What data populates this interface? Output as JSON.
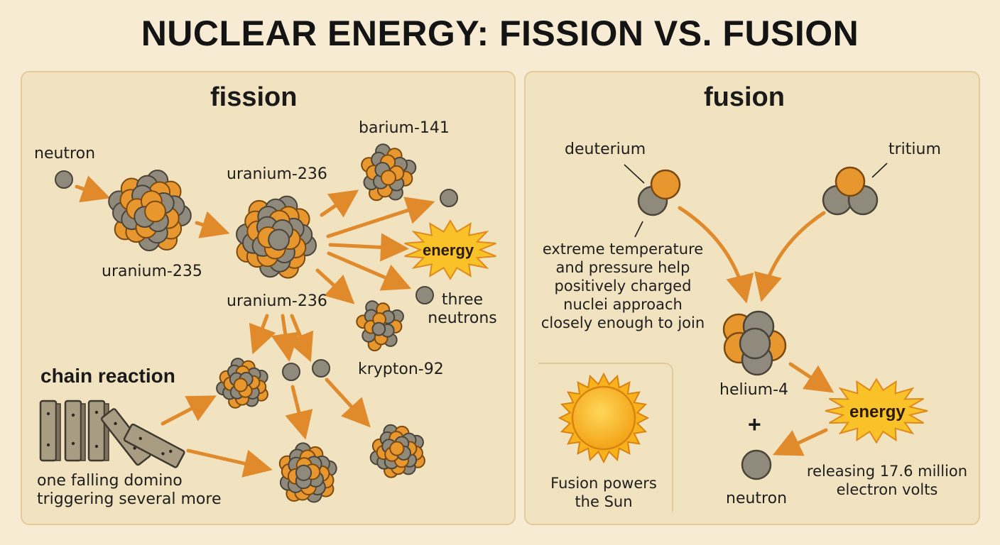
{
  "title": "NUCLEAR ENERGY: FISSION VS. FUSION",
  "colors": {
    "background": "#f7ecd3",
    "panel": "#f1e3c0",
    "panel_border": "#e3cb9a",
    "proton": "#e8962e",
    "neutron": "#8f8a7c",
    "arrow": "#e08a2c",
    "burst": "#f9c228",
    "sun": "#f7b21c"
  },
  "fission": {
    "heading": "fission",
    "labels": {
      "neutron": "neutron",
      "uranium_235": "uranium-235",
      "uranium_236_top": "uranium-236",
      "uranium_236_bottom": "uranium-236",
      "barium": "barium-141",
      "energy": "energy",
      "three_neutrons": "three\nneutrons",
      "krypton": "krypton-92"
    },
    "chain": {
      "heading": "chain reaction",
      "caption": "one falling domino\ntriggering several more"
    }
  },
  "fusion": {
    "heading": "fusion",
    "labels": {
      "deuterium": "deuterium",
      "tritium": "tritium",
      "condition": "extreme temperature\nand pressure help\npositively charged\nnuclei approach\nclosely enough to join",
      "helium": "helium-4",
      "plus": "+",
      "neutron": "neutron",
      "energy": "energy",
      "release": "releasing 17.6 million\nelectron volts",
      "sun": "Fusion powers\nthe Sun"
    }
  }
}
